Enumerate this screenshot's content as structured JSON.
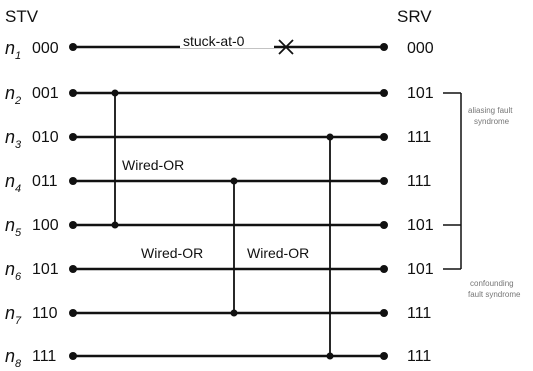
{
  "headers": {
    "stv": "STV",
    "srv": "SRV"
  },
  "fault_label": "stuck-at-0",
  "wired_or_label": "Wired-OR",
  "rows": [
    {
      "name": "n",
      "sub": "1",
      "stv": "000",
      "srv": "000"
    },
    {
      "name": "n",
      "sub": "2",
      "stv": "001",
      "srv": "101"
    },
    {
      "name": "n",
      "sub": "3",
      "stv": "010",
      "srv": "111"
    },
    {
      "name": "n",
      "sub": "4",
      "stv": "011",
      "srv": "111"
    },
    {
      "name": "n",
      "sub": "5",
      "stv": "100",
      "srv": "101"
    },
    {
      "name": "n",
      "sub": "6",
      "stv": "101",
      "srv": "101"
    },
    {
      "name": "n",
      "sub": "7",
      "stv": "110",
      "srv": "111"
    },
    {
      "name": "n",
      "sub": "8",
      "stv": "111",
      "srv": "111"
    }
  ],
  "annotations": {
    "aliasing": [
      "aliasing fault",
      "syndrome"
    ],
    "confounding": [
      "confounding",
      "fault syndrome"
    ]
  }
}
